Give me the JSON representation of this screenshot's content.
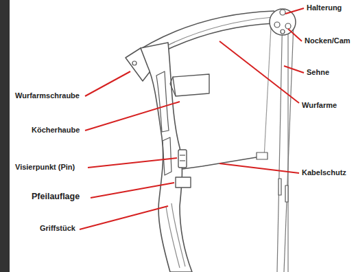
{
  "diagram": {
    "labels": [
      "Halterung",
      "Nocken/Cam",
      "Sehne",
      "Wurfarme",
      "Wurfarmschraube",
      "Köcherhaube",
      "Visierpunkt (Pin)",
      "Kabelschutz",
      "Pfeilauflage",
      "Griffstück"
    ]
  }
}
